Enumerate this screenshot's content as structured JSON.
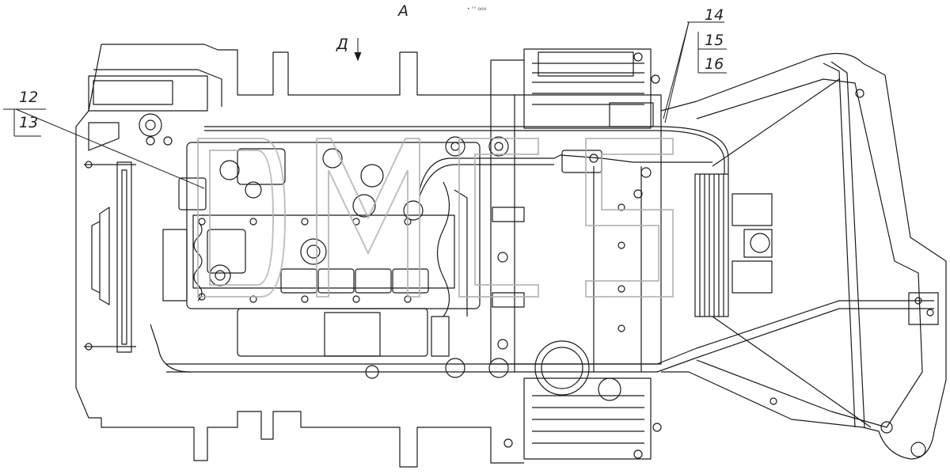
{
  "view_label": "А",
  "direction_label": "Д",
  "corner_text": "• °° ooo",
  "watermark": "DMCS",
  "callouts": {
    "c12": "12",
    "c13": "13",
    "c14": "14",
    "c15": "15",
    "c16": "16"
  },
  "colors": {
    "line": "#1a1a1a",
    "watermark": "#9a9a9a",
    "background": "#ffffff"
  }
}
